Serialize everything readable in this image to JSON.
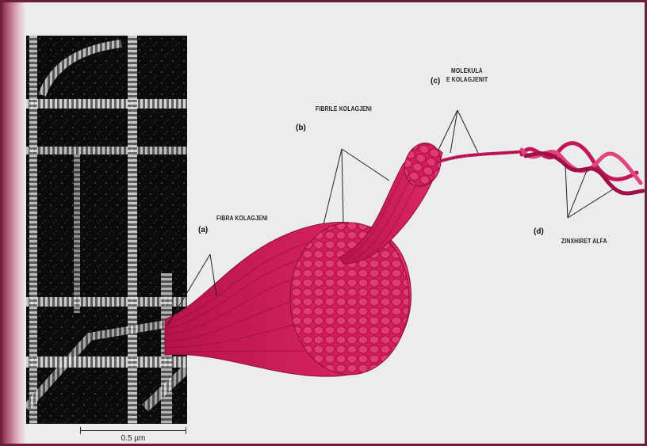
{
  "scale_bar": {
    "label": "0.5 µm"
  },
  "parts": [
    {
      "id": "a",
      "letter": "(a)",
      "label": "FIBRA KOLAGJENI"
    },
    {
      "id": "b",
      "letter": "(b)",
      "label": "FIBRILE KOLAGJENI"
    },
    {
      "id": "c",
      "letter": "(c)",
      "label_line1": "MOLEKULA",
      "label_line2": "E KOLAGJENIT"
    },
    {
      "id": "d",
      "letter": "(d)",
      "label": "ZINXHIRET ALFA"
    }
  ],
  "colors": {
    "frame": "#6e1f3a",
    "fiber": "#d81b5e",
    "fiber_dark": "#8c0f3a",
    "background": "#ececec"
  }
}
